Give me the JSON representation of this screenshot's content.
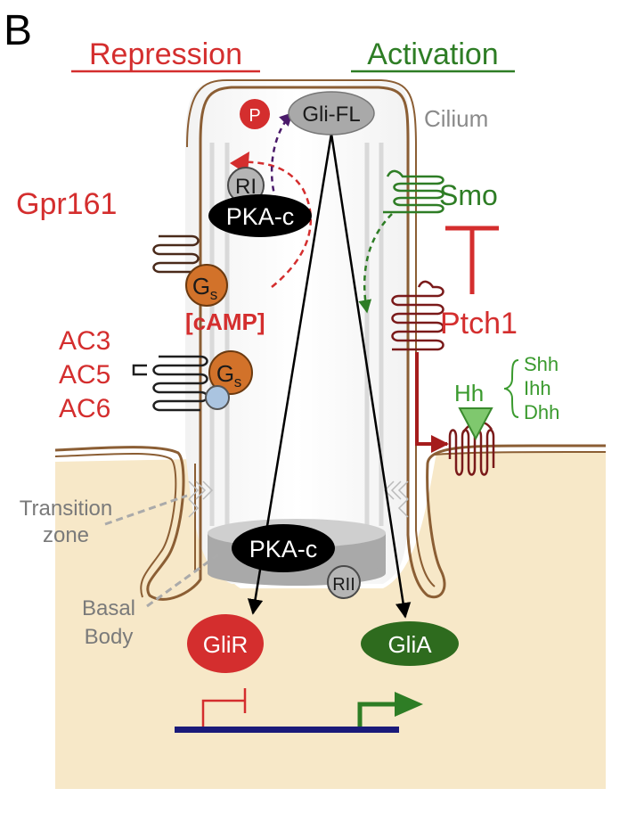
{
  "panel_letter": "B",
  "headings": {
    "repression": "Repression",
    "activation": "Activation"
  },
  "labels": {
    "cilium": "Cilium",
    "gli_fl": "Gli-FL",
    "phospho": "P",
    "ri": "RI",
    "rii": "RII",
    "pka_c_top": "PKA-c",
    "pka_c_base": "PKA-c",
    "gpr161": "Gpr161",
    "gs_letter": "G",
    "gs_sub": "s",
    "camp": "[cAMP]",
    "ac3": "AC3",
    "ac5": "AC5",
    "ac6": "AC6",
    "smo": "Smo",
    "ptch1": "Ptch1",
    "hh": "Hh",
    "shh": "Shh",
    "ihh": "Ihh",
    "dhh": "Dhh",
    "transition_zone_1": "Transition",
    "transition_zone_2": "zone",
    "basal_body_1": "Basal",
    "basal_body_2": "Body",
    "glir": "GliR",
    "glia": "GliA"
  },
  "colors": {
    "repression_red": "#d42e2e",
    "activation_green": "#2e7d25",
    "membrane_brown": "#8b5e34",
    "cytoplasm": "#f7e8c8",
    "gs_orange": "#d2722a",
    "ptch_maroon": "#7a1a1a",
    "hh_green": "#7fc86e",
    "dna_navy": "#1a1a7a",
    "label_gray": "#8a8a8a"
  }
}
